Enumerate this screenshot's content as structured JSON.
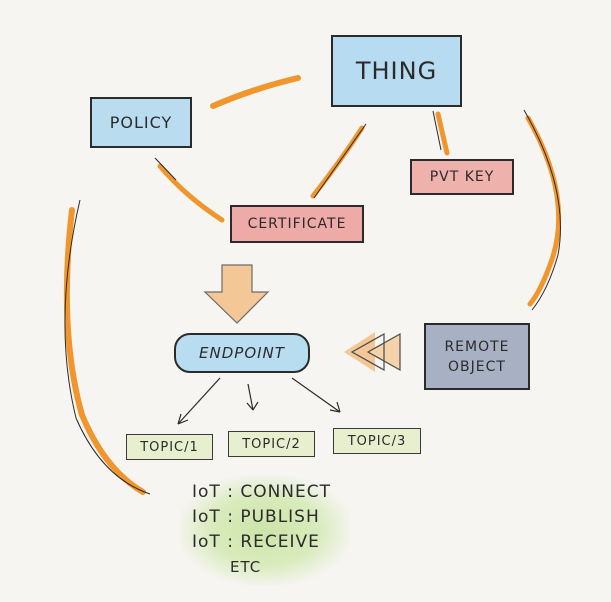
{
  "nodes": {
    "thing": "THING",
    "policy": "POLICY",
    "pvt_key": "PVT KEY",
    "certificate": "CERTIFICATE",
    "endpoint": "ENDPOINT",
    "remote_object": [
      "REMOTE",
      "OBJECT"
    ],
    "topics": [
      "TOPIC/1",
      "TOPIC/2",
      "TOPIC/3"
    ]
  },
  "actions": [
    "IoT : CONNECT",
    "IoT : PUBLISH",
    "IoT : RECEIVE",
    "ETC"
  ],
  "colors": {
    "connector": "#f0962d",
    "blue_box": "#b7dbf0",
    "red_box": "#eeaaa6",
    "grey_box": "#a8b1c4",
    "green_box": "#e7efcf"
  }
}
